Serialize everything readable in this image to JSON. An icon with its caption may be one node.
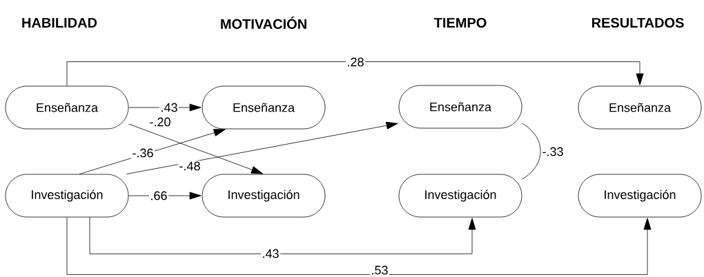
{
  "diagram": {
    "nodes": [
      {
        "text": [
          "Enseñanza"
        ]
      },
      {
        "text": [
          "Investigación"
        ]
      },
      {
        "text": [
          "Enseñanza"
        ]
      },
      {
        "text": [
          "Investigación"
        ]
      },
      {
        "text": [
          "Enseñanza"
        ]
      },
      {
        "text": [
          "Investigación"
        ]
      },
      {
        "text": [
          "Enseñanza"
        ]
      },
      {
        "text": [
          "Investigación"
        ]
      }
    ],
    "edges": [
      {
        "from": 0,
        "to": 6,
        "arrow": "to",
        "label": ".28"
      },
      {
        "from": 0,
        "to": 2,
        "arrow": "to",
        "label": ".43"
      },
      {
        "from": 0,
        "to": 3,
        "arrow": "to",
        "label": "-.20"
      },
      {
        "from": 1,
        "to": 2,
        "arrow": "to",
        "label": "-.36"
      },
      {
        "from": 1,
        "to": 4,
        "arrow": "to",
        "label": "-.48"
      },
      {
        "from": 1,
        "to": 3,
        "arrow": "to",
        "label": ".66"
      },
      {
        "from": 4,
        "to": 5,
        "arrow": "none",
        "label": "-.33"
      },
      {
        "from": 1,
        "to": 5,
        "arrow": "to",
        "label": ".43"
      },
      {
        "from": 1,
        "to": 7,
        "arrow": "to",
        "label": ".53"
      }
    ],
    "labels": [
      "HABILIDAD",
      "MOTIVACIÓN",
      "TIEMPO",
      "RESULTADOS"
    ]
  }
}
